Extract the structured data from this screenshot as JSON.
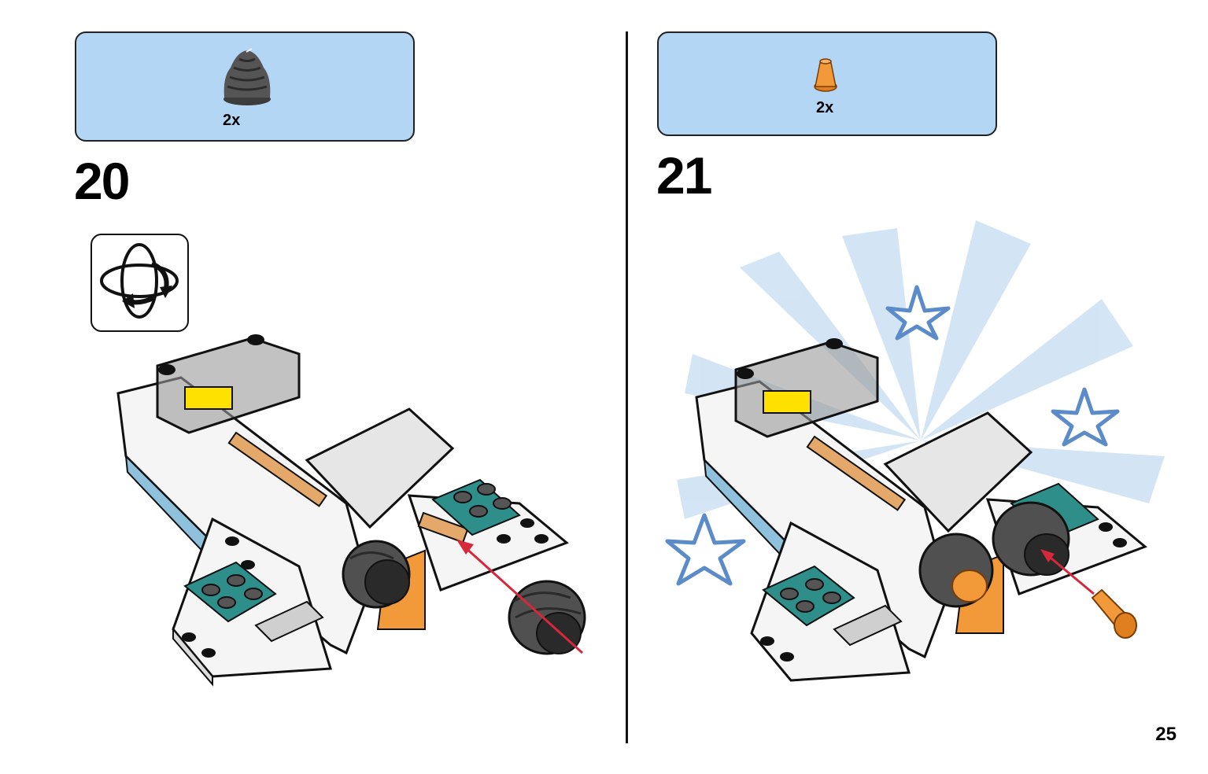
{
  "steps": [
    {
      "number": "20",
      "parts": [
        {
          "name": "engine-cone-dark-gray",
          "quantity": "2x"
        }
      ],
      "has_rotate_icon": true
    },
    {
      "number": "21",
      "parts": [
        {
          "name": "cone-orange",
          "quantity": "2x"
        }
      ],
      "has_rotate_icon": false
    }
  ],
  "page_number": "25",
  "colors": {
    "parts_box_bg": "#b3d6f5",
    "teal": "#2e8f8a",
    "orange": "#f29a3a",
    "tan": "#e3a86a",
    "light_blue": "#8fc0dc",
    "dark_gray": "#4a4a4a",
    "star_blue": "#5b8cc9",
    "arrow_red": "#d6283a"
  }
}
